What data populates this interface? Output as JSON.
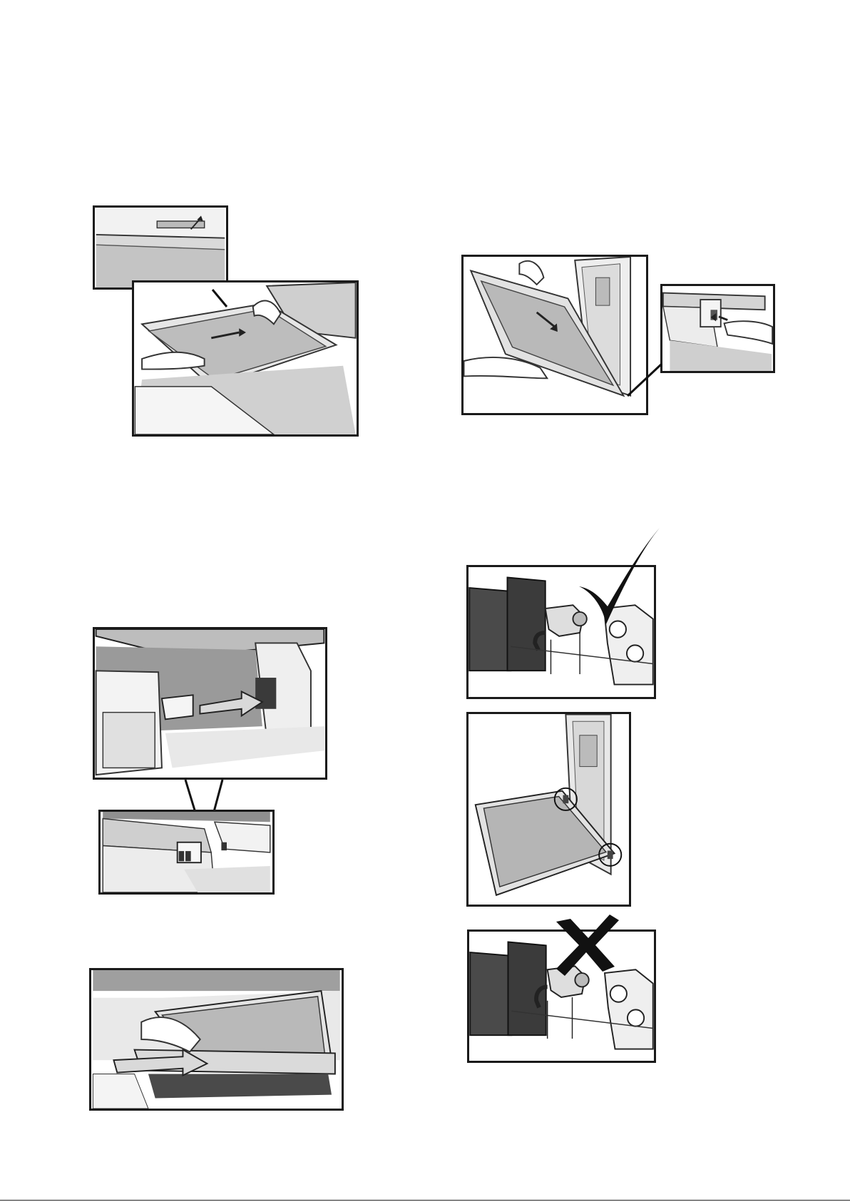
{
  "page": {
    "footer_text": "",
    "figures": [
      {
        "id": "glass-slide-inset",
        "icon": "glass-slide-detail-icon"
      },
      {
        "id": "glass-slide",
        "icon": "glass-panel-slide-icon"
      },
      {
        "id": "door-tilt",
        "icon": "door-tilt-icon"
      },
      {
        "id": "door-clip-inset",
        "icon": "door-clip-detail-icon"
      },
      {
        "id": "hinge-correct",
        "icon": "check-icon"
      },
      {
        "id": "door-open",
        "icon": "oven-door-open-icon"
      },
      {
        "id": "hinge-incorrect",
        "icon": "cross-icon"
      },
      {
        "id": "clip-insert",
        "icon": "clip-insert-icon"
      },
      {
        "id": "clip-detail",
        "icon": "clip-detail-icon"
      },
      {
        "id": "door-push",
        "icon": "door-push-icon"
      }
    ]
  }
}
